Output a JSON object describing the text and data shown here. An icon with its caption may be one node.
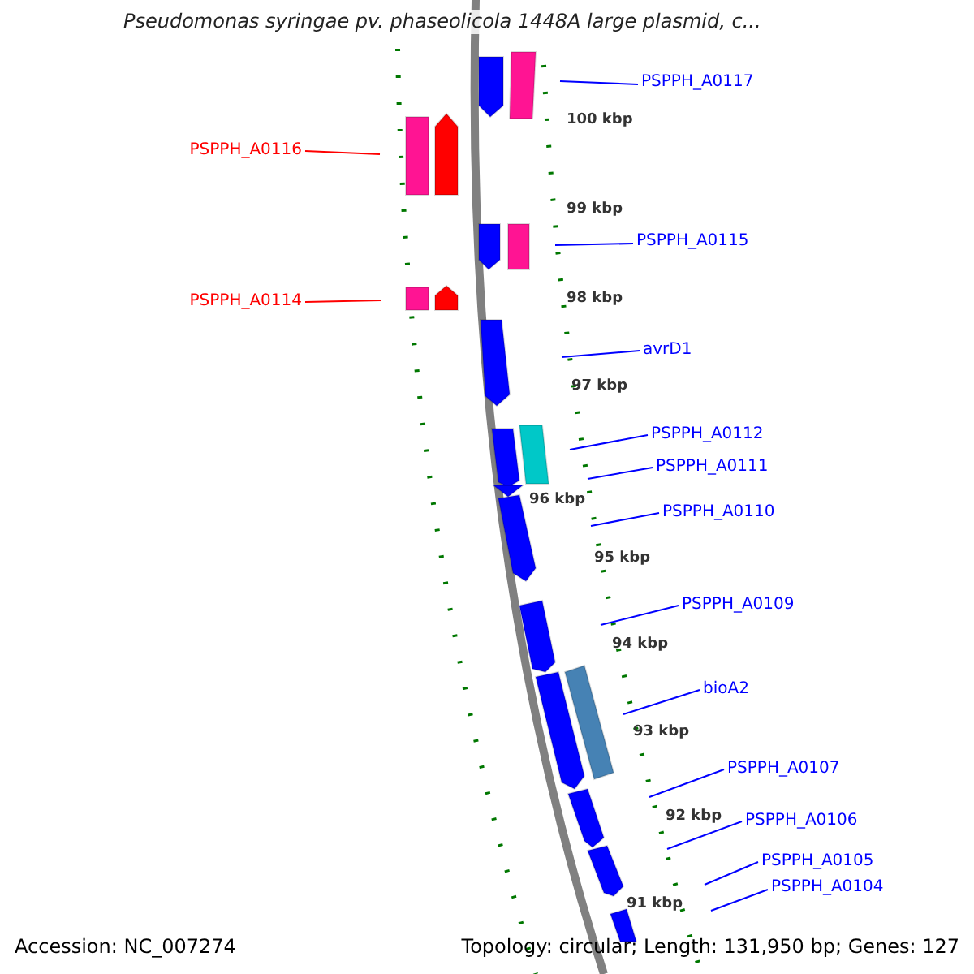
{
  "diagram": {
    "title": "Pseudomonas syringae pv. phaseolicola 1448A large plasmid, c...",
    "nodes": [
      {
        "text": [
          "PSPPH_A0117"
        ]
      },
      {
        "text": [
          "PSPPH_A0116"
        ]
      },
      {
        "text": [
          "PSPPH_A0115"
        ]
      },
      {
        "text": [
          "PSPPH_A0114"
        ]
      },
      {
        "text": [
          "avrD1"
        ]
      },
      {
        "text": [
          "PSPPH_A0112"
        ]
      },
      {
        "text": [
          "PSPPH_A0111"
        ]
      },
      {
        "text": [
          "PSPPH_A0110"
        ]
      },
      {
        "text": [
          "PSPPH_A0109"
        ]
      },
      {
        "text": [
          "bioA2"
        ]
      },
      {
        "text": [
          "PSPPH_A0107"
        ]
      },
      {
        "text": [
          "PSPPH_A0106"
        ]
      },
      {
        "text": [
          "PSPPH_A0105"
        ]
      },
      {
        "text": [
          "PSPPH_A0104"
        ]
      }
    ],
    "edges": [
      {
        "from": 0,
        "to": null,
        "arrow": "none"
      },
      {
        "from": 1,
        "to": null,
        "arrow": "none",
        "color": "#ff0000"
      },
      {
        "from": 2,
        "to": null,
        "arrow": "none"
      },
      {
        "from": 3,
        "to": null,
        "arrow": "none",
        "color": "#ff0000"
      },
      {
        "from": 4,
        "to": null,
        "arrow": "none"
      },
      {
        "from": 5,
        "to": null,
        "arrow": "none"
      },
      {
        "from": 6,
        "to": null,
        "arrow": "none"
      },
      {
        "from": 7,
        "to": null,
        "arrow": "none"
      },
      {
        "from": 8,
        "to": null,
        "arrow": "none"
      },
      {
        "from": 9,
        "to": null,
        "arrow": "none"
      },
      {
        "from": 10,
        "to": null,
        "arrow": "none"
      },
      {
        "from": 11,
        "to": null,
        "arrow": "none"
      },
      {
        "from": 12,
        "to": null,
        "arrow": "none"
      },
      {
        "from": 13,
        "to": null,
        "arrow": "none"
      }
    ],
    "labels": [
      "100 kbp",
      "99 kbp",
      "98 kbp",
      "97 kbp",
      "96 kbp",
      "95 kbp",
      "94 kbp",
      "93 kbp",
      "92 kbp",
      "91 kbp",
      "Accession: NC_007274",
      "Topology: circular; Length: 131,950 bp; Genes: 127"
    ]
  }
}
